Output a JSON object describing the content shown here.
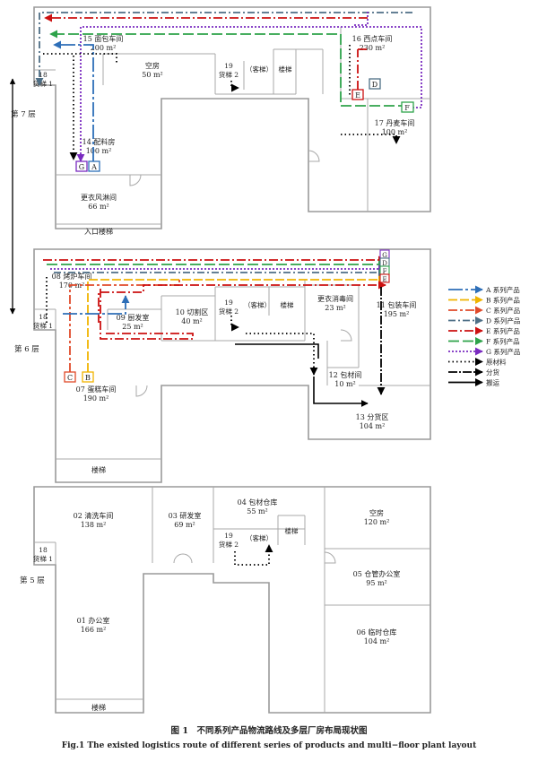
{
  "floors": {
    "f7": {
      "label": "第 7 层"
    },
    "f6": {
      "label": "第 6 层"
    },
    "f5": {
      "label": "第 5 层"
    }
  },
  "rooms": {
    "f7_bread": [
      "15 面包车间",
      "200 m²"
    ],
    "f7_west": [
      "16 西点车间",
      "230 m²"
    ],
    "f7_lift1": [
      "18",
      "货梯 1"
    ],
    "f7_empty": [
      "空房",
      "50 m²"
    ],
    "f7_lift2": [
      "19",
      "货梯 2"
    ],
    "f7_kt": "（客梯）",
    "f7_stair": "楼梯",
    "f7_danish": [
      "17 丹麦车间",
      "100 m²"
    ],
    "f7_mix": [
      "14 配料房",
      "100 m²"
    ],
    "f7_change": [
      "更衣风淋间",
      "66 m²"
    ],
    "f7_entry": "入口楼梯",
    "f6_bake": [
      "08 烤炉车间",
      "170 m²"
    ],
    "f6_lift1": [
      "18",
      "货梯 1"
    ],
    "f6_cook": [
      "09 厨发室",
      "25 m²"
    ],
    "f6_cut": [
      "10 切割区",
      "40 m²"
    ],
    "f6_lift2": [
      "19",
      "货梯 2"
    ],
    "f6_kt": "（客梯）",
    "f6_stair": "楼梯",
    "f6_disinfect": [
      "更衣消毒间",
      "23 m²"
    ],
    "f6_pack": [
      "11 包装车间",
      "195 m²"
    ],
    "f6_wrap": [
      "12 包材间",
      "10 m²"
    ],
    "f6_cake": [
      "07 蛋糕车间",
      "190 m²"
    ],
    "f6_dist": [
      "13 分货区",
      "104 m²"
    ],
    "f6_stair2": "楼梯",
    "f5_wash": [
      "02 清洗车间",
      "138 m²"
    ],
    "f5_rd": [
      "03 研发室",
      "69 m²"
    ],
    "f5_store": [
      "04 包材仓库",
      "55 m²"
    ],
    "f5_empty": [
      "空房",
      "120 m²"
    ],
    "f5_lift1": [
      "18",
      "货梯 1"
    ],
    "f5_lift2": [
      "19",
      "货梯 2"
    ],
    "f5_kt": "（客梯）",
    "f5_stair": "楼梯",
    "f5_office": [
      "01 办公室",
      "166 m²"
    ],
    "f5_wm": [
      "05 仓管办公室",
      "95 m²"
    ],
    "f5_temp": [
      "06 临时仓库",
      "104 m²"
    ],
    "f5_stair2": "楼梯"
  },
  "markers": {
    "G": "G",
    "A": "A",
    "E": "E",
    "D": "D",
    "F": "F",
    "C": "C",
    "B": "B",
    "S1": "G",
    "S2": "D",
    "S3": "F",
    "S4": "E"
  },
  "legend": [
    {
      "label": "A 系列产品",
      "color": "#2e6fb8",
      "dash": "16 3 3 3"
    },
    {
      "label": "B 系列产品",
      "color": "#f0b400",
      "dash": "10 3"
    },
    {
      "label": "C 系列产品",
      "color": "#e04a2a",
      "dash": "10 3 3 3"
    },
    {
      "label": "D 系列产品",
      "color": "#4e6f86",
      "dash": "8 3 2 3"
    },
    {
      "label": "E 系列产品",
      "color": "#cc1111",
      "dash": "10 3 2 3"
    },
    {
      "label": "F 系列产品",
      "color": "#2ea34a",
      "dash": "12 4"
    },
    {
      "label": "G 系列产品",
      "color": "#7a2bc0",
      "dash": "2 2"
    },
    {
      "label": "原材料",
      "color": "#000000",
      "dash": "1.5 3"
    },
    {
      "label": "分货",
      "color": "#000000",
      "dash": "10 2 2 2"
    },
    {
      "label": "搬运",
      "color": "#000000",
      "dash": ""
    }
  ],
  "caption": {
    "cn": "图 1　不同系列产品物流路线及多层厂房布局现状图",
    "en": "Fig.1  The existed logistics route of different series of products and multi−floor plant layout"
  }
}
